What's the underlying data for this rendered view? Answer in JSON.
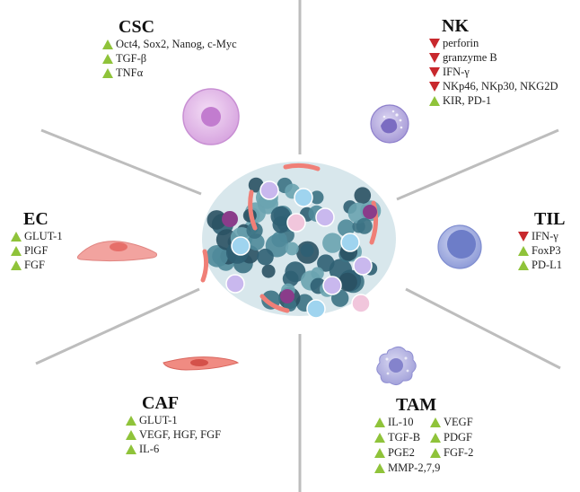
{
  "colors": {
    "up_marker": "#8fc33a",
    "down_marker": "#c8282d",
    "divider": "#bdbdbd"
  },
  "panels": {
    "csc": {
      "title": "CSC",
      "markers": [
        {
          "dir": "up",
          "text": "Oct4, Sox2, Nanog, c-Myc"
        },
        {
          "dir": "up",
          "text": "TGF-β"
        },
        {
          "dir": "up",
          "text": "TNFα"
        }
      ]
    },
    "nk": {
      "title": "NK",
      "markers": [
        {
          "dir": "down",
          "text": "perforin"
        },
        {
          "dir": "down",
          "text": "granzyme B"
        },
        {
          "dir": "down",
          "text": "IFN-γ"
        },
        {
          "dir": "down",
          "text": "NKp46, NKp30, NKG2D"
        },
        {
          "dir": "up",
          "text": "KIR, PD-1"
        }
      ]
    },
    "ec": {
      "title": "EC",
      "markers": [
        {
          "dir": "up",
          "text": "GLUT-1"
        },
        {
          "dir": "up",
          "text": "PlGF"
        },
        {
          "dir": "up",
          "text": "FGF"
        }
      ]
    },
    "til": {
      "title": "TIL",
      "markers": [
        {
          "dir": "down",
          "text": "IFN-γ"
        },
        {
          "dir": "up",
          "text": "FoxP3"
        },
        {
          "dir": "up",
          "text": "PD-L1"
        }
      ]
    },
    "caf": {
      "title": "CAF",
      "markers": [
        {
          "dir": "up",
          "text": "GLUT-1"
        },
        {
          "dir": "up",
          "text": "VEGF, HGF, FGF"
        },
        {
          "dir": "up",
          "text": "IL-6"
        }
      ]
    },
    "tam": {
      "title": "TAM",
      "markers": [
        {
          "dir": "up",
          "text": "IL-10"
        },
        {
          "dir": "up",
          "text": "VEGF"
        },
        {
          "dir": "up",
          "text": "TGF-B"
        },
        {
          "dir": "up",
          "text": "PDGF"
        },
        {
          "dir": "up",
          "text": "PGE2"
        },
        {
          "dir": "up",
          "text": "FGF-2"
        },
        {
          "dir": "up",
          "text": "MMP-2,7,9"
        }
      ]
    }
  }
}
